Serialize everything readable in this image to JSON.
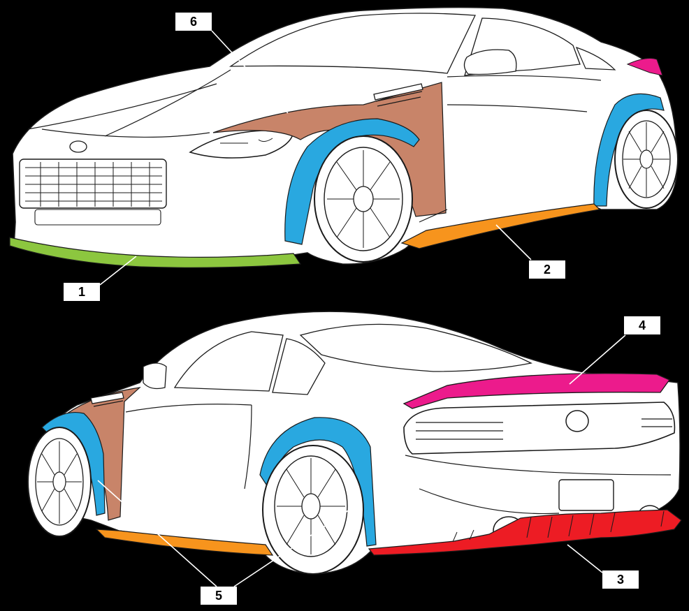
{
  "callouts": {
    "front_lip": "1",
    "side_skirt": "2",
    "rear_diffuser": "3",
    "rear_wing": "4",
    "fender_flares": "5",
    "front_fender": "6"
  },
  "colors": {
    "background": "#000000",
    "body": "#ffffff",
    "line": "#1a1a1a",
    "front_lip": "#8cc63f",
    "side_skirt": "#f7941d",
    "rear_diffuser": "#ed1c24",
    "rear_wing": "#ec1b8c",
    "fender_flares": "#29a8e0",
    "front_fender": "#c88469"
  }
}
